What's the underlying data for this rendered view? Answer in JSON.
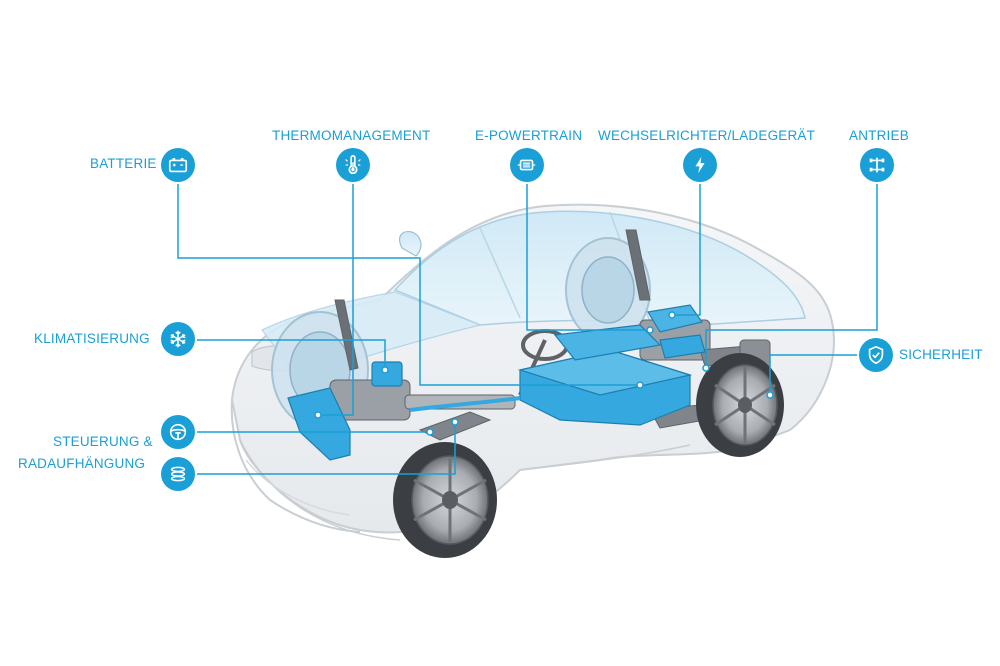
{
  "diagram": {
    "labels": {
      "batterie": "BATTERIE",
      "thermomanagement": "THERMOMANAGEMENT",
      "epowertrain": "E-POWERTRAIN",
      "wechselrichter": "WECHSELRICHTER/LADEGERÄT",
      "antrieb": "ANTRIEB",
      "klimatisierung": "KLIMATISIERUNG",
      "sicherheit": "SICHERHEIT",
      "steuerung_line1": "STEUERUNG &",
      "steuerung_line2": "RADAUFHÄNGUNG"
    },
    "icons": {
      "batterie": "battery-icon",
      "thermomanagement": "thermometer-icon",
      "epowertrain": "electric-motor-icon",
      "wechselrichter": "lightning-bolt-icon",
      "antrieb": "drive-axle-icon",
      "klimatisierung": "snowflake-icon",
      "sicherheit": "shield-check-icon",
      "steuerung": "steering-wheel-icon",
      "radaufhaengung": "coil-spring-icon"
    },
    "colors": {
      "accent": "#1a9fd6",
      "car_outline": "#c9ced3",
      "component_blue": "#35a8e0"
    }
  }
}
